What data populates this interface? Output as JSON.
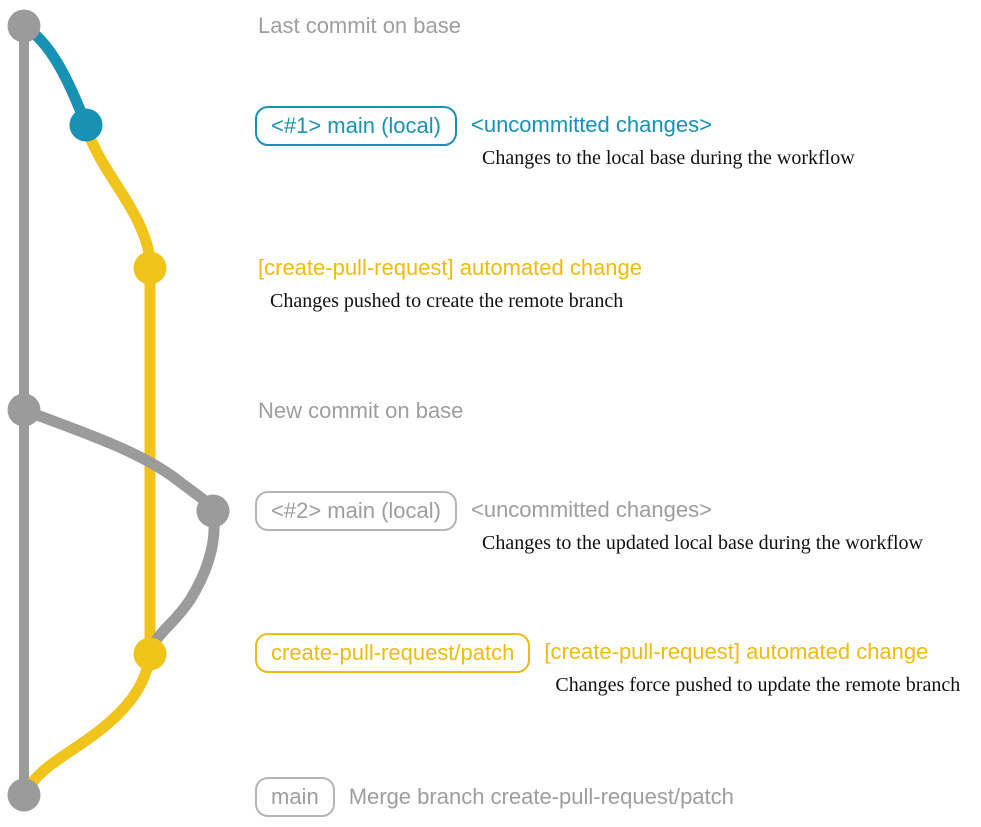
{
  "colors": {
    "teal": "#1792b4",
    "yellow_graph": "#f0c41b",
    "yellow_text": "#eebb0e",
    "gray_graph": "#9b9b9b",
    "gray_text": "#9e9e9e",
    "desc_text": "#111111"
  },
  "graph": {
    "commits": [
      {
        "name": "base-last-commit",
        "branch": "base",
        "color": "gray"
      },
      {
        "name": "main-local-1",
        "branch": "main (local)",
        "color": "teal"
      },
      {
        "name": "patch-1",
        "branch": "create-pull-request/patch",
        "color": "yellow"
      },
      {
        "name": "base-new-commit",
        "branch": "base",
        "color": "gray"
      },
      {
        "name": "main-local-2",
        "branch": "main (local)",
        "color": "gray"
      },
      {
        "name": "patch-2",
        "branch": "create-pull-request/patch",
        "color": "yellow"
      },
      {
        "name": "base-merge",
        "branch": "base",
        "color": "gray"
      }
    ]
  },
  "rows": {
    "last_commit": {
      "label": "Last commit on base"
    },
    "commit1": {
      "badge": "<#1> main (local)",
      "title": "<uncommitted changes>",
      "desc": "Changes to the local base during the workflow"
    },
    "push1": {
      "title": "[create-pull-request] automated change",
      "desc": "Changes pushed to create the remote branch"
    },
    "new_commit": {
      "label": "New commit on base"
    },
    "commit2": {
      "badge": "<#2> main (local)",
      "title": "<uncommitted changes>",
      "desc": "Changes to the updated local base during the workflow"
    },
    "push2": {
      "badge": "create-pull-request/patch",
      "title": "[create-pull-request] automated change",
      "desc": "Changes force pushed to update the remote branch"
    },
    "merge": {
      "badge": "main",
      "title": "Merge branch create-pull-request/patch"
    }
  }
}
